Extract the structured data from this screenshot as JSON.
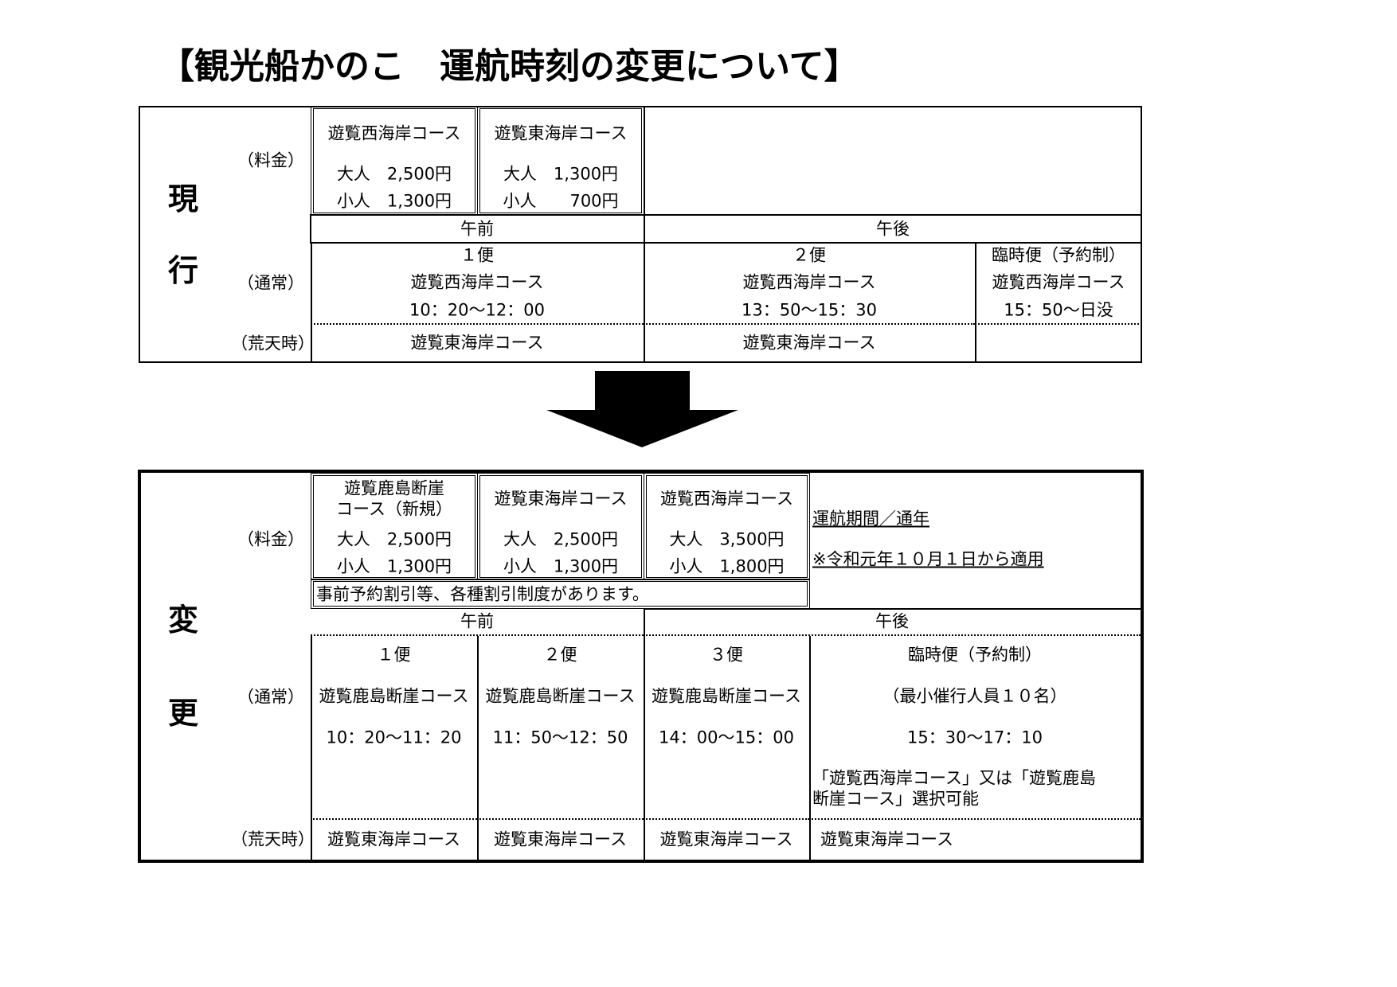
{
  "title": "【観光船かのこ　運航時刻の変更について】",
  "current": {
    "label_1": "現",
    "label_2": "行",
    "row_fare": "（料金）",
    "row_normal": "（通常）",
    "row_storm": "（荒天時）",
    "fares": [
      {
        "course": "遊覧西海岸コース",
        "adult": "大人　2,500円",
        "child": "小人　1,300円"
      },
      {
        "course": "遊覧東海岸コース",
        "adult": "大人　1,300円",
        "child": "小人　　700円"
      }
    ],
    "am": "午前",
    "pm": "午後",
    "trips": [
      {
        "name": "１便",
        "course": "遊覧西海岸コース",
        "time": "10：20〜12：00",
        "storm": "遊覧東海岸コース"
      },
      {
        "name": "２便",
        "course": "遊覧西海岸コース",
        "time": "13：50〜15：30",
        "storm": "遊覧東海岸コース"
      },
      {
        "name": "臨時便（予約制）",
        "course": "遊覧西海岸コース",
        "time": "15：50〜日没",
        "storm": ""
      }
    ]
  },
  "changed": {
    "label_1": "変",
    "label_2": "更",
    "row_fare": "（料金）",
    "row_normal": "（通常）",
    "row_storm": "（荒天時）",
    "fares": [
      {
        "course_1": "遊覧鹿島断崖",
        "course_2": "コース（新規）",
        "adult": "大人　2,500円",
        "child": "小人　1,300円"
      },
      {
        "course": "遊覧東海岸コース",
        "adult": "大人　2,500円",
        "child": "小人　1,300円"
      },
      {
        "course": "遊覧西海岸コース",
        "adult": "大人　3,500円",
        "child": "小人　1,800円"
      }
    ],
    "discount_note": "事前予約割引等、各種割引制度があります。",
    "period": "運航期間／通年",
    "effective": "※令和元年１０月１日から適用",
    "am": "午前",
    "pm": "午後",
    "trips": [
      {
        "name": "１便",
        "course": "遊覧鹿島断崖コース",
        "time": "10：20〜11：20",
        "storm": "遊覧東海岸コース"
      },
      {
        "name": "２便",
        "course": "遊覧鹿島断崖コース",
        "time": "11：50〜12：50",
        "storm": "遊覧東海岸コース"
      },
      {
        "name": "３便",
        "course": "遊覧鹿島断崖コース",
        "time": "14：00〜15：00",
        "storm": "遊覧東海岸コース"
      }
    ],
    "special": {
      "name": "臨時便（予約制）",
      "min": "（最小催行人員１０名）",
      "time": "15：30〜17：10",
      "note_1": "「遊覧西海岸コース」又は「遊覧鹿島",
      "note_2": "断崖コース」選択可能",
      "storm": "遊覧東海岸コース"
    }
  }
}
